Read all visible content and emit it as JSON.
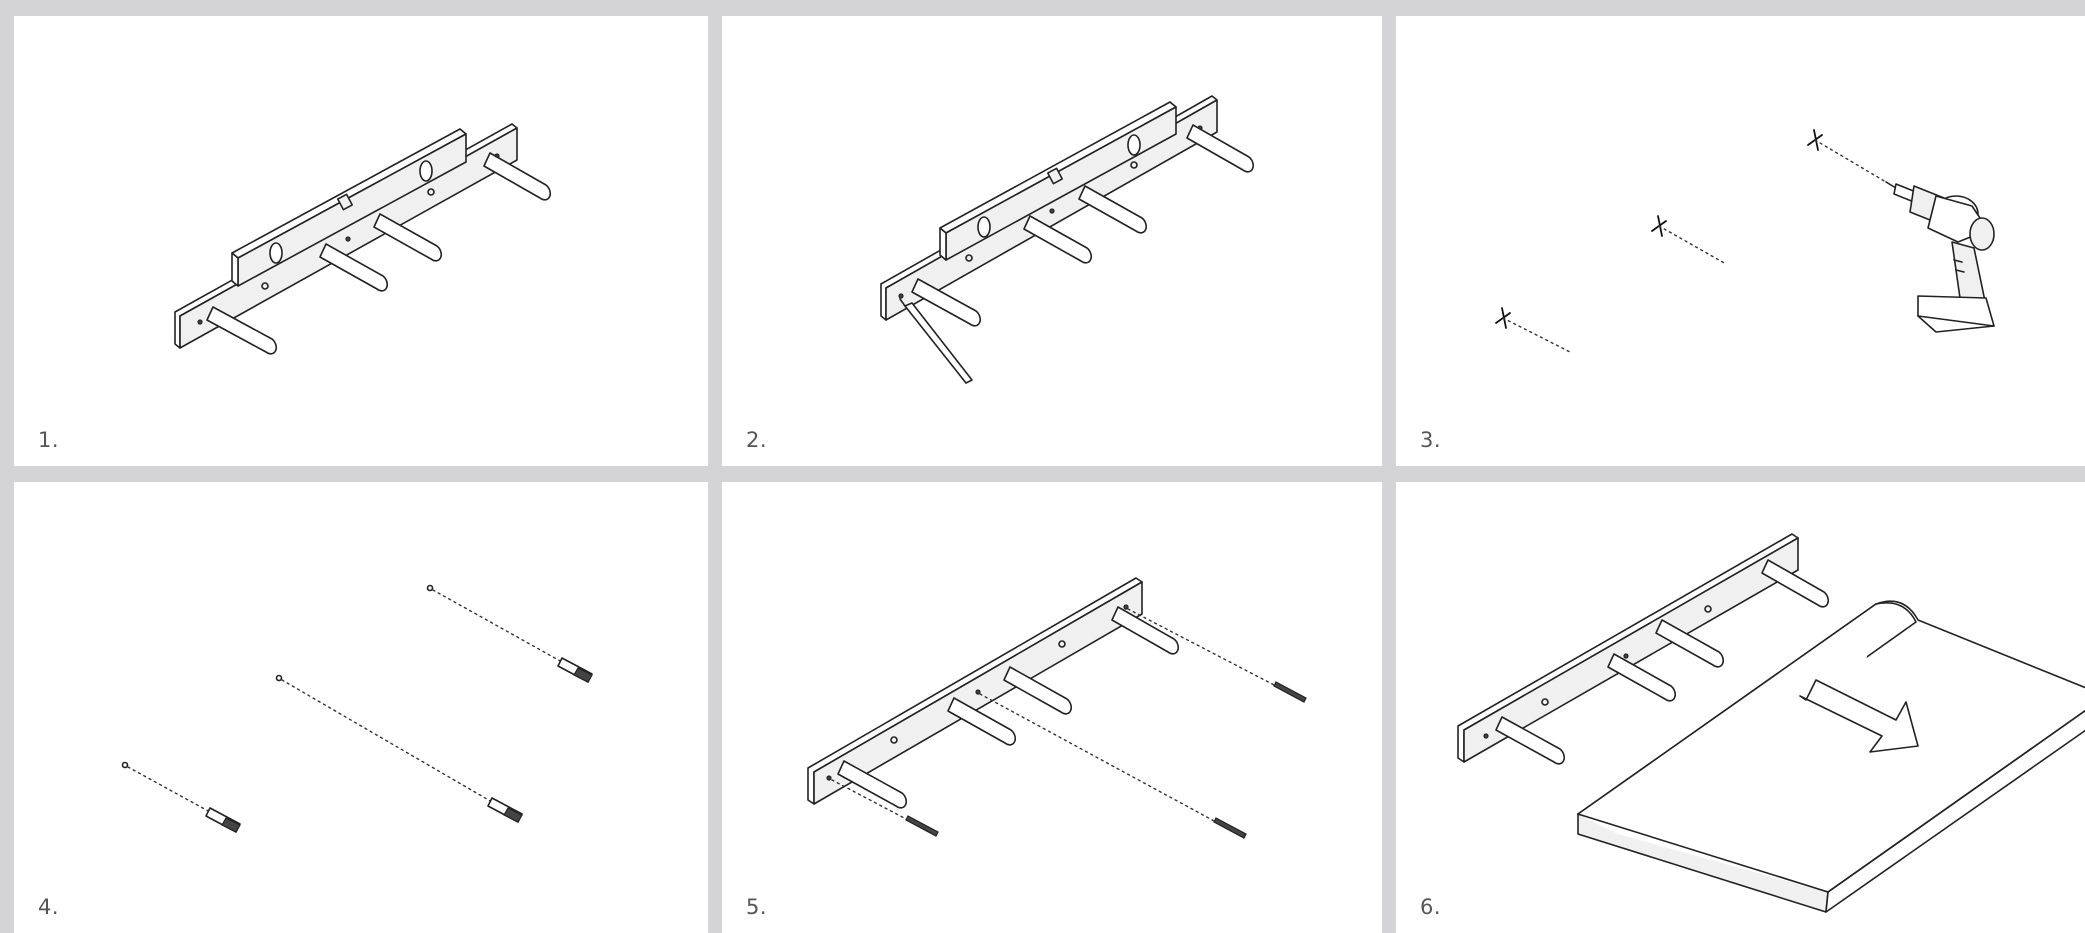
{
  "panels": [
    {
      "id": "step-1",
      "number": "1.",
      "illustration": "spirit level on wall rail with four pins"
    },
    {
      "id": "step-2",
      "number": "2.",
      "illustration": "marking drill holes with pencil through rail"
    },
    {
      "id": "step-3",
      "number": "3.",
      "illustration": "drilling marked holes with cordless drill"
    },
    {
      "id": "step-4",
      "number": "4.",
      "illustration": "inserting wall plugs into holes"
    },
    {
      "id": "step-5",
      "number": "5.",
      "illustration": "screwing rail to wall"
    },
    {
      "id": "step-6",
      "number": "6.",
      "illustration": "sliding shelf onto pins"
    }
  ],
  "colors": {
    "background": "#d4d4d6",
    "panel": "#ffffff",
    "line": "#222222",
    "label": "#555555"
  }
}
